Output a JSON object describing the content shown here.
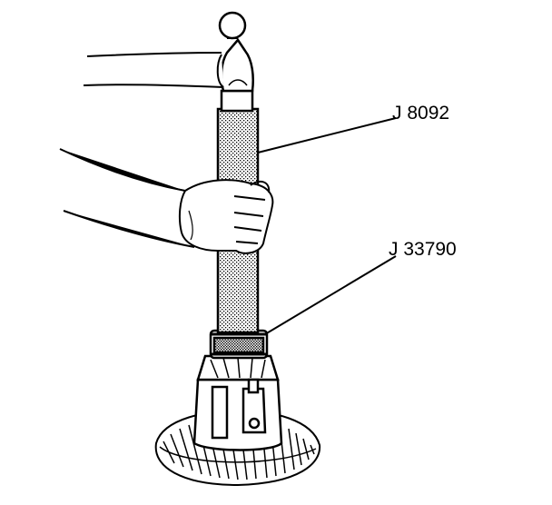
{
  "callouts": [
    {
      "id": "tool-1",
      "label": "J 8092"
    },
    {
      "id": "tool-2",
      "label": "J 33790"
    }
  ],
  "colors": {
    "ink": "#000000",
    "paper": "#ffffff"
  }
}
